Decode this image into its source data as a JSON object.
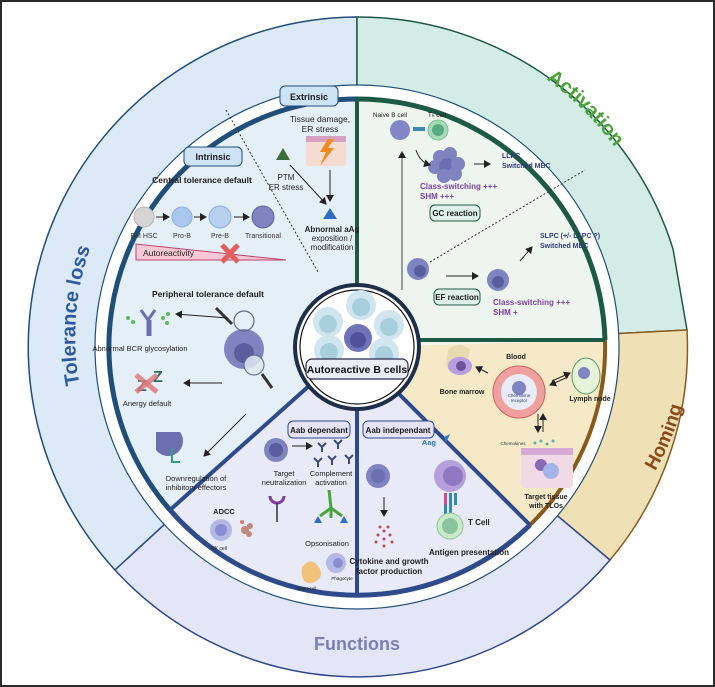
{
  "colors": {
    "tolerance_ring": "#dce9f6",
    "tolerance_inner": "#e5eff8",
    "tolerance_stroke": "#1f4e79",
    "activation_ring": "#d3ece6",
    "activation_inner": "#eef5ee",
    "activation_stroke": "#1c5a45",
    "activation_label": "#4aa43a",
    "homing_ring": "#efe0b5",
    "homing_inner": "#f5e9c8",
    "homing_stroke": "#8a5a1a",
    "homing_label": "#8a4a1a",
    "functions_ring": "#e3e6f6",
    "functions_inner": "#e8eaf7",
    "functions_stroke": "#2f4a8a",
    "functions_label": "#7a7fb5",
    "purple_text": "#7a3fa0",
    "navy_text": "#2e3a80",
    "pill_blue": "#cfe3f7",
    "pill_green": "#dff0ea",
    "pill_purple": "#e6e3f5"
  },
  "center": {
    "label": "Autoreactive B cells"
  },
  "ring_labels": {
    "tolerance": "Tolerance loss",
    "activation": "Activation",
    "homing": "Homing",
    "functions": "Functions"
  },
  "tolerance": {
    "extrinsic": {
      "pill": "Extrinsic",
      "tissue_damage": [
        "Tissue damage,",
        "ER stress"
      ],
      "ptm": [
        "PTM",
        "ER stress"
      ],
      "abnormal": [
        "Abnormal aAg",
        "exposition /",
        "modification"
      ]
    },
    "intrinsic": {
      "pill": "Intrinsic",
      "central_title": "Central tolerance default",
      "stages": [
        "BM HSC",
        "Pro-B",
        "Pre-B",
        "Transitional"
      ],
      "autoreactivity": "Autoreactivity"
    },
    "peripheral": {
      "title": "Peripheral  tolerance default",
      "bcr": "Abnormal BCR glycosylation",
      "anergy": "Anergy default",
      "downreg": [
        "Downregulation of",
        "inhibitory effectors"
      ]
    }
  },
  "activation": {
    "naive_b": "Naive B cell",
    "th_cell": "Tₕ cell",
    "gc_outputs": [
      "LLPC",
      "Switched MBC"
    ],
    "gc_features": [
      "Class-switching +++",
      "SHM +++"
    ],
    "gc_pill": "GC reaction",
    "ef_outputs": [
      "SLPC (+/- LLPC ?)",
      "Switched MBC"
    ],
    "ef_features": [
      "Class-switching +++",
      "SHM +"
    ],
    "ef_pill": "EF reaction"
  },
  "homing": {
    "blood": "Blood",
    "chemokine_receptor": [
      "Chemokine",
      "receptor"
    ],
    "bone_marrow": "Bone marrow",
    "lymph_node": "Lymph node",
    "chemokines": "Chemokines",
    "target_tissue": [
      "Target tissue",
      "with TLOs"
    ]
  },
  "functions": {
    "aab_dependant": {
      "pill": "Aab dependant",
      "neutralization": [
        "Target",
        "neutralization"
      ],
      "complement": [
        "Complement",
        "activation"
      ],
      "adcc": "ADCC",
      "nk_cell": "NK cell",
      "opsonisation": "Opsonisation",
      "phagocyte": "Phagocyte",
      "target_cell": "Target cell"
    },
    "aab_independant": {
      "pill": "Aab independant",
      "aag": "Aag",
      "t_cell": "T Cell",
      "antigen_presentation": "Antigen presentation",
      "cytokine": [
        "Cytokine and growth",
        "factor production"
      ]
    }
  }
}
